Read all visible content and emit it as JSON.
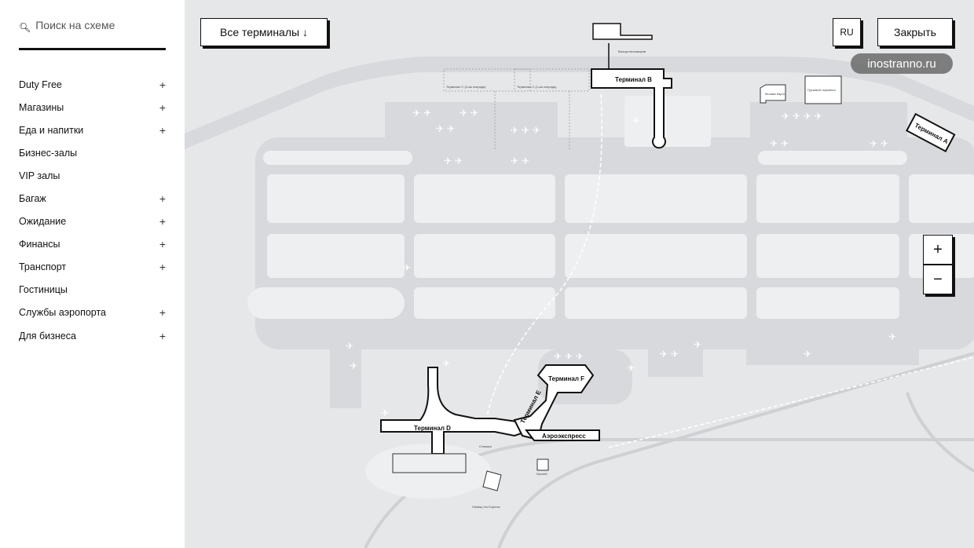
{
  "sidebar": {
    "search_placeholder": "Поиск на схеме",
    "search_icon": "search-icon",
    "items": [
      {
        "label": "Duty Free",
        "expandable": "+"
      },
      {
        "label": "Магазины",
        "expandable": "+"
      },
      {
        "label": "Еда и напитки",
        "expandable": "+"
      },
      {
        "label": "Бизнес-залы",
        "expandable": ""
      },
      {
        "label": "VIP залы",
        "expandable": ""
      },
      {
        "label": "Багаж",
        "expandable": "+"
      },
      {
        "label": "Ожидание",
        "expandable": "+"
      },
      {
        "label": "Финансы",
        "expandable": "+"
      },
      {
        "label": "Транспорт",
        "expandable": "+"
      },
      {
        "label": "Гостиницы",
        "expandable": ""
      },
      {
        "label": "Службы аэропорта",
        "expandable": "+"
      },
      {
        "label": "Для бизнеса",
        "expandable": "+"
      }
    ]
  },
  "map": {
    "terminals_button": "Все терминалы ↓",
    "lang": "RU",
    "close": "Закрыть",
    "zoom_in": "+",
    "zoom_out": "−",
    "watermark": "inostranno.ru",
    "labels": {
      "b": "Терминал B",
      "a": "Терминал A",
      "d": "Терминал D",
      "e": "Терминал E",
      "f": "Терминал F",
      "aeroexpress": "Аэроэкспресс",
      "cargo": "Москва Карго",
      "cargo_terminal": "Грузовой терминал",
      "c2": "Терминал C (2-ая очередь)",
      "c1": "Терминал C (1-ая очередь)",
      "exit": "Выход пассажиров",
      "station": "Станция",
      "holiday": "Holiday Inn Express",
      "novotel": "Novotel"
    }
  }
}
